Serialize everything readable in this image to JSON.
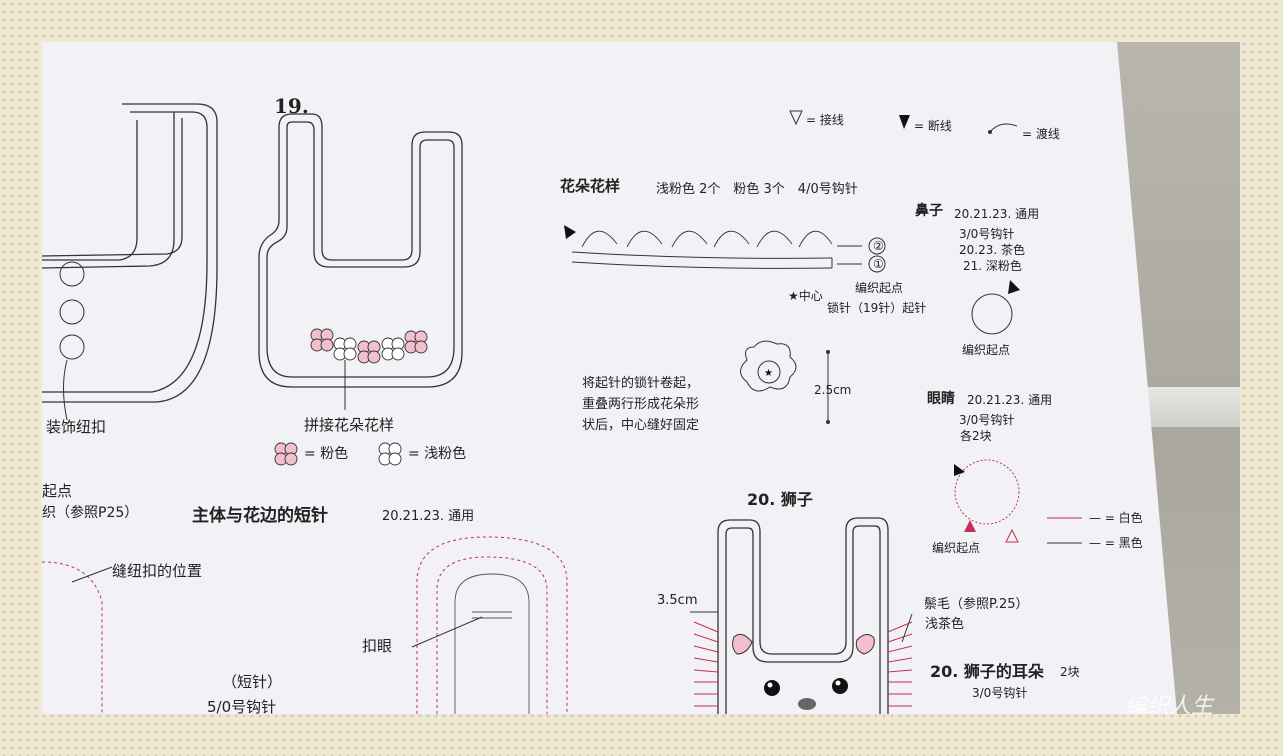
{
  "bib18": {
    "decor_button": "装饰纽扣",
    "start_partial": "起点",
    "ref": "织（参照P25）"
  },
  "bib19": {
    "number": "19.",
    "join_flower": "拼接花朵花样",
    "legend_pink": "= 粉色",
    "legend_light_pink": "= 浅粉色"
  },
  "body": {
    "title": "主体与花边的短针",
    "common": "20.21.23. 通用",
    "button_position": "缝纽扣的位置",
    "buttonhole": "扣眼",
    "sc": "（短针）",
    "hook": "5/0号钩针"
  },
  "legend": {
    "join": "= 接线",
    "cut": "= 断线",
    "carry": "= 渡线"
  },
  "flower": {
    "title": "花朵花样",
    "materials": "浅粉色 2个　粉色 3个　4/0号钩针",
    "row2": "②",
    "row1": "①",
    "start": "编织起点",
    "center": "★中心",
    "chain": "锁针（19针）起针",
    "instr1": "将起针的锁针卷起，",
    "instr2": "重叠两行形成花朵形",
    "instr3": "状后，中心缝好固定",
    "size": "2.5cm"
  },
  "nose": {
    "title": "鼻子",
    "common": "20.21.23. 通用",
    "hook": "3/0号钩针",
    "color1": "20.23. 茶色",
    "color2": "21. 深粉色",
    "start": "编织起点"
  },
  "eye": {
    "title": "眼睛",
    "common": "20.21.23. 通用",
    "hook": "3/0号钩针",
    "count": "各2块",
    "start": "编织起点",
    "white": "— = 白色",
    "black": "— = 黑色"
  },
  "lion": {
    "title": "20. 狮子",
    "size": "3.5cm",
    "mane": "鬃毛（参照P.25）",
    "mane_color": "浅茶色",
    "ear_title": "20. 狮子的耳朵",
    "ear_count": "2块",
    "ear_hook": "3/0号钩针"
  },
  "watermark": {
    "logo": "编织人生"
  }
}
